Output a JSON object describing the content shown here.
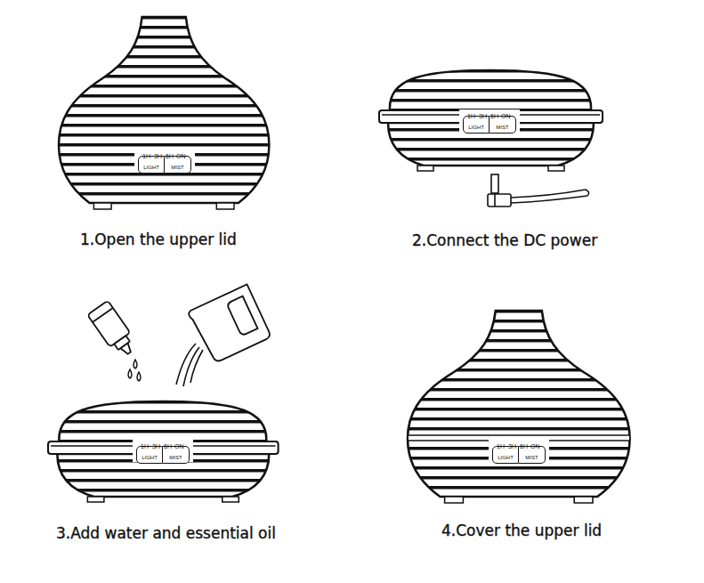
{
  "diagram": {
    "nodes": [
      {
        "text": [
          "LIGHT"
        ]
      },
      {
        "text": [
          "MIST"
        ]
      },
      {
        "text": [
          "LIGHT"
        ]
      },
      {
        "text": [
          "MIST"
        ]
      },
      {
        "text": [
          "LIGHT"
        ]
      },
      {
        "text": [
          "MIST"
        ]
      },
      {
        "text": [
          "LIGHT"
        ]
      },
      {
        "text": [
          "MIST"
        ]
      }
    ],
    "labels": [
      "1H",
      "3H",
      "6H",
      "ON",
      "1.Open the upper lid",
      "1H",
      "3H",
      "6H",
      "ON",
      "2.Connect the DC power",
      "1H",
      "3H",
      "6H",
      "ON",
      "3.Add water and essential oil",
      "1H",
      "3H",
      "6H",
      "ON",
      "4.Cover the upper lid"
    ]
  }
}
